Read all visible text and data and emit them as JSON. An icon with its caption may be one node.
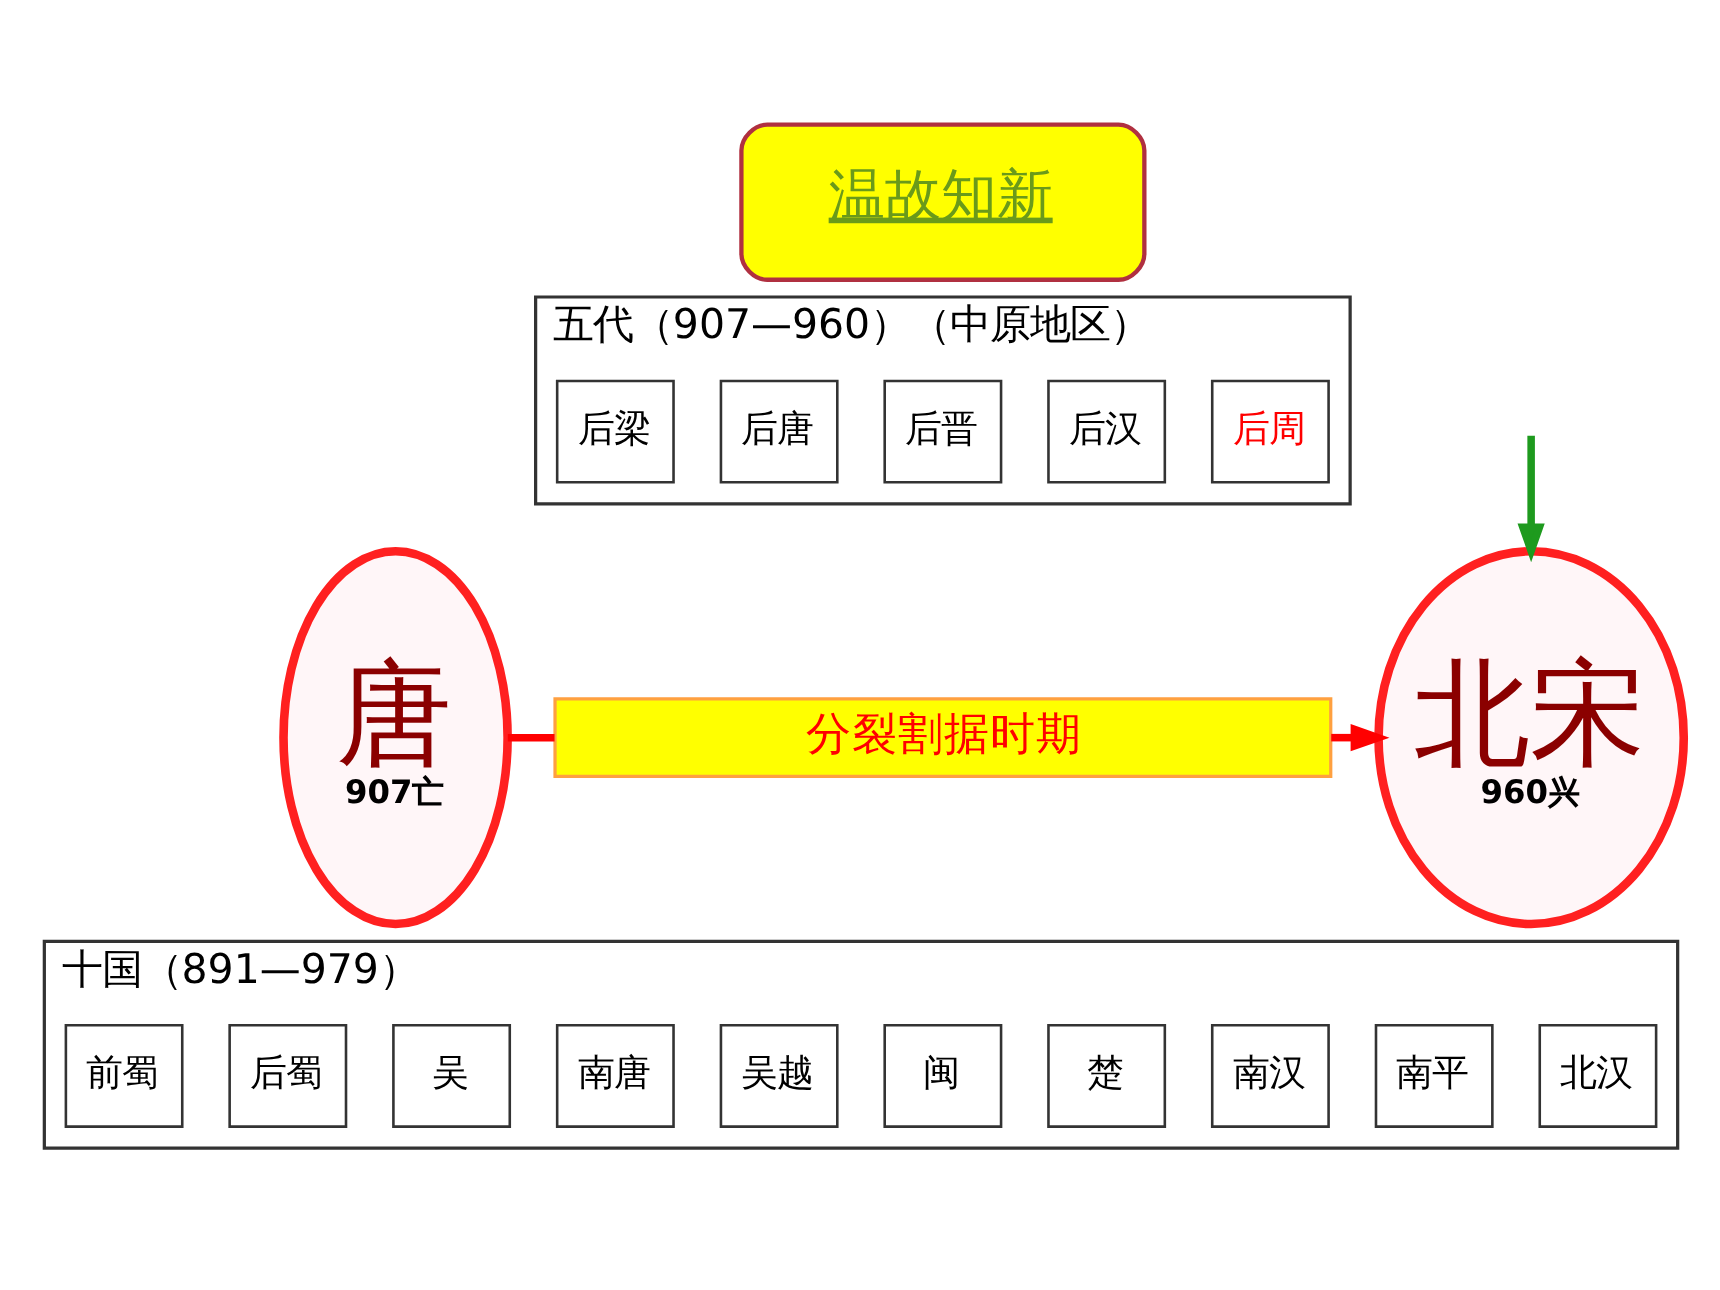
{
  "diagram": {
    "nodes": [
      {
        "text": [
          "温故知新"
        ]
      },
      {
        "text": [
          "五代（907—960）（中原地区）"
        ]
      },
      {
        "text": [
          "后梁"
        ],
        "in": 1
      },
      {
        "text": [
          "后唐"
        ],
        "in": 1
      },
      {
        "text": [
          "后晋"
        ],
        "in": 1
      },
      {
        "text": [
          "后汉"
        ],
        "in": 1
      },
      {
        "text": [
          "后周"
        ],
        "in": 1
      },
      {
        "text": [
          "唐",
          "907亡"
        ]
      },
      {
        "text": [
          "分裂割据时期"
        ]
      },
      {
        "text": [
          "北宋",
          "960兴"
        ]
      },
      {
        "text": [
          "十国（891—979）"
        ]
      },
      {
        "text": [
          "前蜀"
        ],
        "in": 10
      },
      {
        "text": [
          "后蜀"
        ],
        "in": 10
      },
      {
        "text": [
          "吴"
        ],
        "in": 10
      },
      {
        "text": [
          "南唐"
        ],
        "in": 10
      },
      {
        "text": [
          "吴越"
        ],
        "in": 10
      },
      {
        "text": [
          "闽"
        ],
        "in": 10
      },
      {
        "text": [
          "楚"
        ],
        "in": 10
      },
      {
        "text": [
          "南汉"
        ],
        "in": 10
      },
      {
        "text": [
          "南平"
        ],
        "in": 10
      },
      {
        "text": [
          "北汉"
        ],
        "in": 10
      }
    ],
    "edges": [
      {
        "from": 7,
        "to": 8,
        "arrow": "none"
      },
      {
        "from": 8,
        "to": 9,
        "arrow": "to"
      },
      {
        "from": null,
        "to": 9,
        "arrow": "to",
        "color": "#1e9a1e"
      }
    ]
  }
}
